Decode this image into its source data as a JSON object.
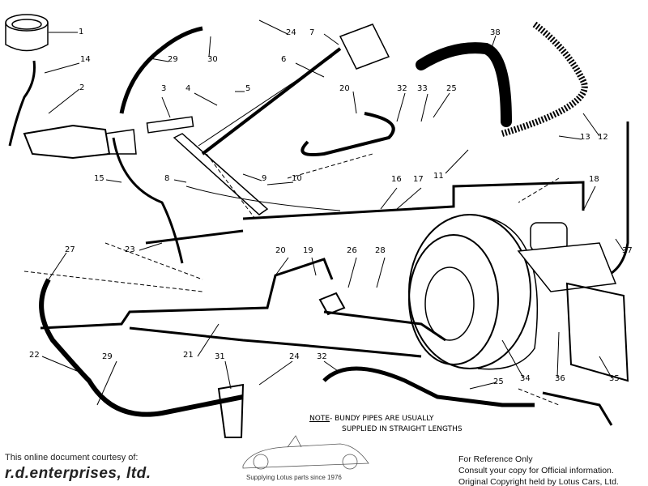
{
  "labels": [
    "1",
    "14",
    "2",
    "3",
    "4",
    "5",
    "29",
    "30",
    "24",
    "7",
    "6",
    "20",
    "32",
    "33",
    "25",
    "38",
    "12",
    "13",
    "11",
    "10",
    "8",
    "9",
    "15",
    "16",
    "17",
    "18",
    "23",
    "27",
    "20",
    "19",
    "26",
    "28",
    "37",
    "22",
    "21",
    "31",
    "24",
    "32",
    "29",
    "34",
    "36",
    "35",
    "25"
  ],
  "note": {
    "prefix": "NOTE",
    "line1": "- BUNDY PIPES ARE USUALLY",
    "line2": "SUPPLIED IN STRAIGHT  LENGTHS"
  },
  "footer": {
    "courtesy": "This online document courtesy of:",
    "company": "r.d.enterprises, ltd.",
    "logo_caption": "Supplying Lotus parts since 1976",
    "ref_line1": "For Reference Only",
    "ref_line2": "Consult your copy for Official information.",
    "ref_line3": "Original Copyright held by Lotus Cars, Ltd."
  }
}
